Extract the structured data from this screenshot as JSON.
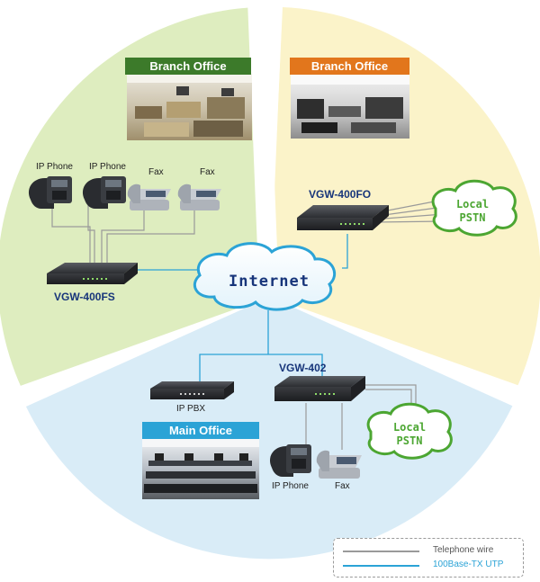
{
  "regions": {
    "branch_left": {
      "title": "Branch Office",
      "tag_color": "#3c7a2a",
      "bg": "#deedbf"
    },
    "branch_right": {
      "title": "Branch Office",
      "tag_color": "#e2761c",
      "bg": "#fbf3c9"
    },
    "main": {
      "title": "Main Office",
      "tag_color": "#2ba3d6",
      "bg": "#d9ecf7"
    }
  },
  "devices": {
    "vgw_400fs": "VGW-400FS",
    "vgw_400fo": "VGW-400FO",
    "vgw_402": "VGW-402",
    "ip_pbx": "IP PBX"
  },
  "endpoints": {
    "left": [
      "IP Phone",
      "IP Phone",
      "Fax",
      "Fax"
    ],
    "main": [
      "IP Phone",
      "Fax"
    ]
  },
  "clouds": {
    "internet": "Internet",
    "pstn_right": [
      "Local",
      "PSTN"
    ],
    "pstn_main": [
      "Local",
      "PSTN"
    ]
  },
  "legend": {
    "telephone": {
      "label": "Telephone wire",
      "color": "#9a9a9a"
    },
    "utp": {
      "label": "100Base-TX UTP",
      "color": "#2ba3d6"
    }
  }
}
